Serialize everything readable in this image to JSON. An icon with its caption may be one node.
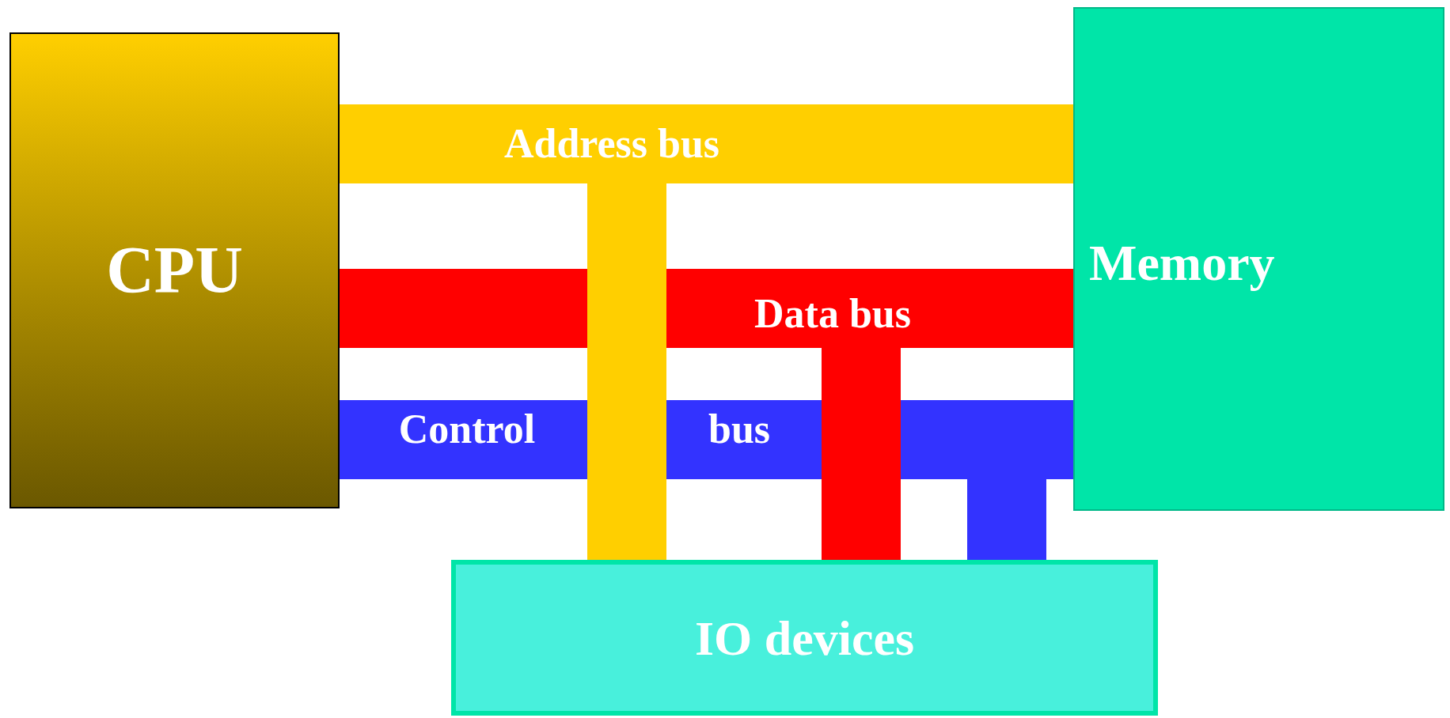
{
  "diagram": {
    "nodes": [
      {
        "text": [
          "CPU"
        ]
      },
      {
        "text": [
          "Memory"
        ]
      },
      {
        "text": [
          "IO devices"
        ]
      }
    ],
    "edges": [
      {
        "from": 0,
        "to": 1,
        "arrow": "none",
        "label": "Address bus",
        "color": "#ffcf00"
      },
      {
        "from": 0,
        "to": 2,
        "arrow": "none",
        "color": "#ffcf00"
      },
      {
        "from": 0,
        "to": 1,
        "arrow": "none",
        "label": "Data bus",
        "color": "#ff0000"
      },
      {
        "from": 0,
        "to": 2,
        "arrow": "none",
        "color": "#ff0000"
      },
      {
        "from": 0,
        "to": 1,
        "arrow": "none",
        "label": "Control",
        "color": "#3333ff"
      },
      {
        "from": 0,
        "to": 2,
        "arrow": "none",
        "label": "bus",
        "color": "#3333ff"
      }
    ]
  }
}
